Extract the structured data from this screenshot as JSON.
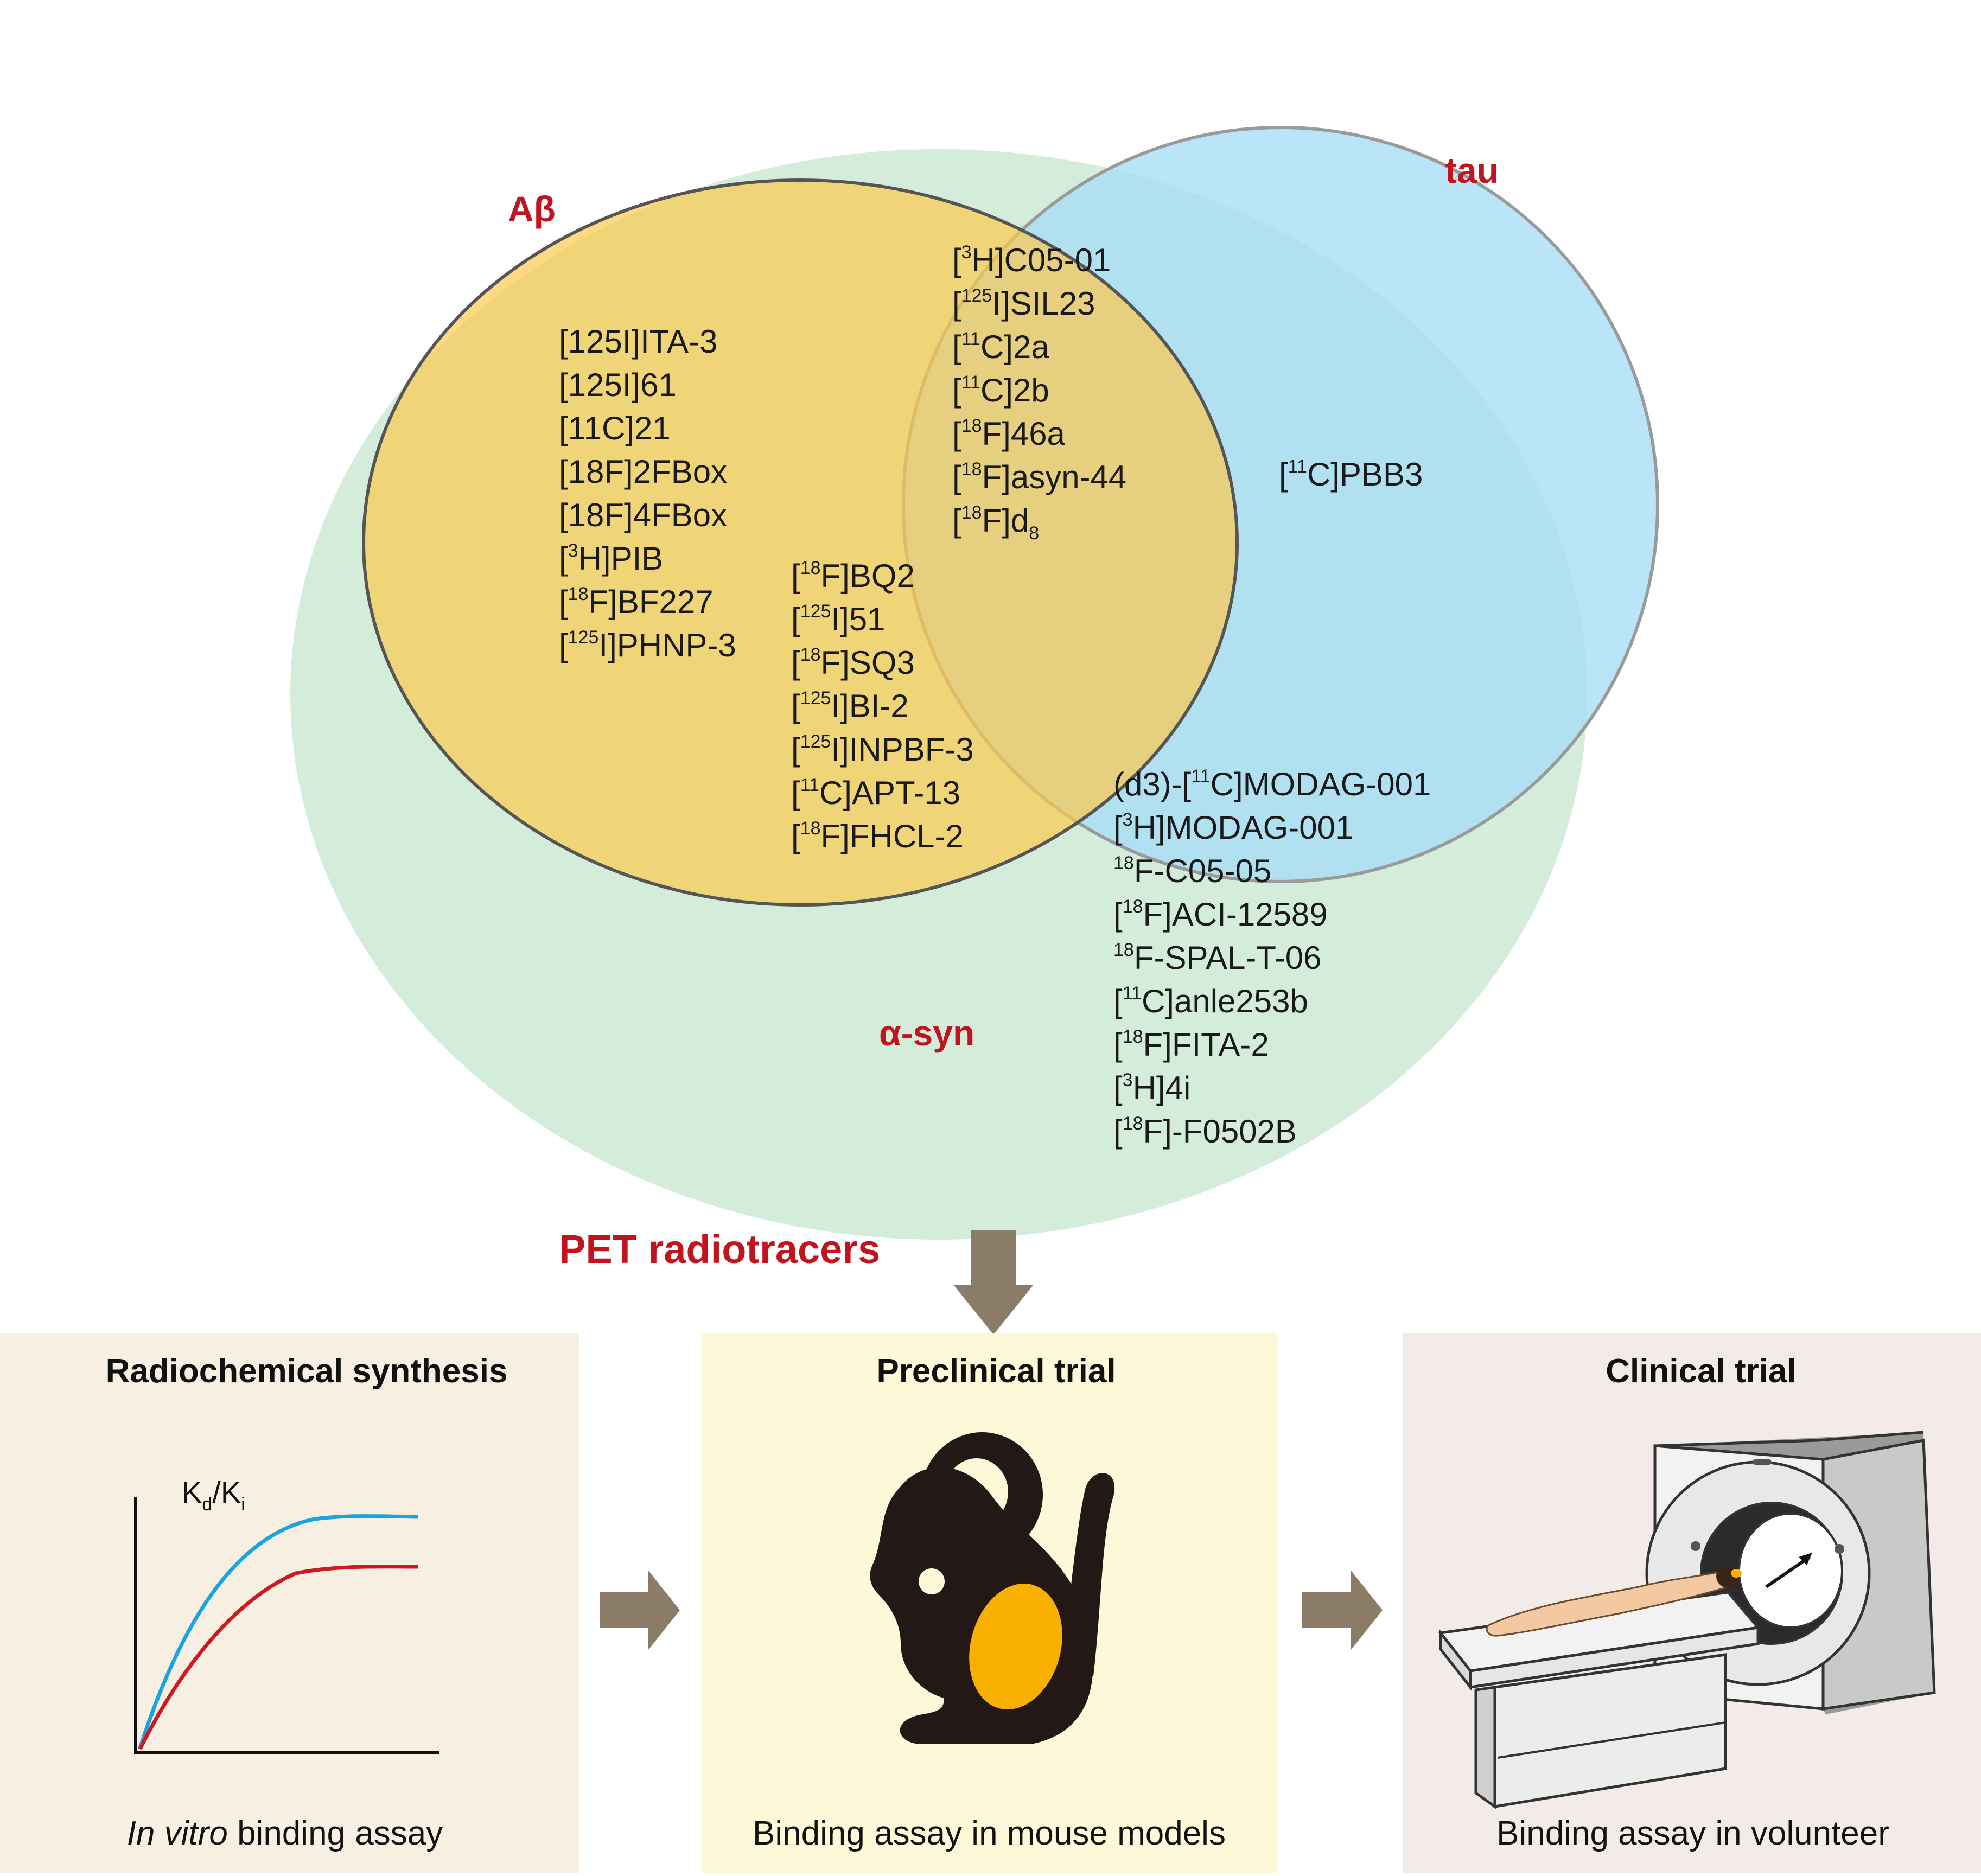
{
  "venn": {
    "abeta_label": "Aβ",
    "tau_label": "tau",
    "asyn_label": "α-syn",
    "colors": {
      "abeta": "#fcc94f",
      "tau": "#a6dcf6",
      "asyn": "#c9e8d2",
      "label": "#c0141f"
    },
    "abeta_only": [
      {
        "pre": "",
        "iso": "",
        "post": "[125I]ITA-3"
      },
      {
        "pre": "",
        "iso": "",
        "post": "[125I]61"
      },
      {
        "pre": "",
        "iso": "",
        "post": "[11C]21"
      },
      {
        "pre": "",
        "iso": "",
        "post": "[18F]2FBox"
      },
      {
        "pre": "",
        "iso": "",
        "post": "[18F]4FBox"
      },
      {
        "pre": "[",
        "iso": "3",
        "post": "H]PIB"
      },
      {
        "pre": "[",
        "iso": "18",
        "post": "F]BF227"
      },
      {
        "pre": "[",
        "iso": "125",
        "post": "I]PHNP-3"
      }
    ],
    "abeta_asyn": [
      {
        "pre": "[",
        "iso": "18",
        "post": "F]BQ2"
      },
      {
        "pre": "[",
        "iso": "125",
        "post": "I]51"
      },
      {
        "pre": "[",
        "iso": "18",
        "post": "F]SQ3"
      },
      {
        "pre": "[",
        "iso": "125",
        "post": "I]BI-2"
      },
      {
        "pre": "[",
        "iso": "125",
        "post": "I]INPBF-3"
      },
      {
        "pre": "[",
        "iso": "11",
        "post": "C]APT-13"
      },
      {
        "pre": "[",
        "iso": "18",
        "post": "F]FHCL-2"
      }
    ],
    "all_three": [
      {
        "pre": "[",
        "iso": "3",
        "post": "H]C05-01"
      },
      {
        "pre": "[",
        "iso": "125",
        "post": "I]SIL23"
      },
      {
        "pre": "[",
        "iso": "11",
        "post": "C]2a"
      },
      {
        "pre": "[",
        "iso": "11",
        "post": "C]2b"
      },
      {
        "pre": "[",
        "iso": "18",
        "post": "F]46a"
      },
      {
        "pre": "[",
        "iso": "18",
        "post": "F]asyn-44"
      },
      {
        "pre": "[",
        "iso": "18",
        "post": "F]d",
        "sub": "8"
      }
    ],
    "tau_asyn": [
      {
        "pre": "[",
        "iso": "11",
        "post": "C]PBB3"
      }
    ],
    "asyn_only": [
      {
        "pre": "(d3)-[",
        "iso": "11",
        "post": "C]MODAG-001"
      },
      {
        "pre": "[",
        "iso": "3",
        "post": "H]MODAG-001"
      },
      {
        "pre": "",
        "iso": "18",
        "post": "F-C05-05"
      },
      {
        "pre": "[",
        "iso": "18",
        "post": "F]ACI-12589"
      },
      {
        "pre": "",
        "iso": "18",
        "post": "F-SPAL-T-06"
      },
      {
        "pre": "[",
        "iso": "11",
        "post": "C]anle253b"
      },
      {
        "pre": "[",
        "iso": "18",
        "post": "F]FITA-2"
      },
      {
        "pre": "[",
        "iso": "3",
        "post": "H]4i"
      },
      {
        "pre": "[",
        "iso": "18",
        "post": "F]-F0502B"
      }
    ]
  },
  "pet_label": "PET radiotracers",
  "panels": {
    "synthesis": {
      "title": "Radiochemical synthesis",
      "plot_label": {
        "main": "K",
        "sub1": "d",
        "slash": "/K",
        "sub2": "i"
      },
      "footer_italic": "In vitro",
      "footer_rest": " binding assay",
      "bg": "#f6efe2",
      "curve_colors": {
        "upper": "#1aa3e0",
        "lower": "#cc1a22"
      }
    },
    "preclinical": {
      "title": "Preclinical trial",
      "footer": "Binding assay in mouse models",
      "bg": "#fdf9d8"
    },
    "clinical": {
      "title": "Clinical trial",
      "footer": "Binding assay in volunteer",
      "bg": "#f3ebe7"
    }
  },
  "arrow_color": "#8b7c67"
}
